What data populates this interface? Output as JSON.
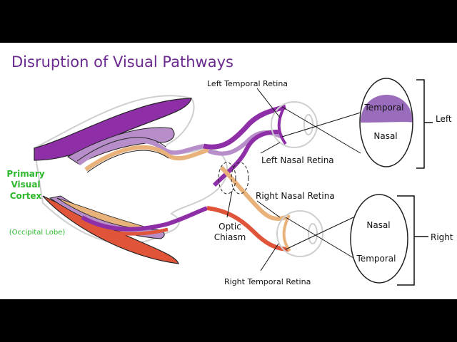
{
  "title": "Disruption of Visual Pathways",
  "labels": {
    "left_temporal_retina": "Left Temporal Retina",
    "left_nasal_retina": "Left Nasal Retina",
    "right_nasal_retina": "Right Nasal Retina",
    "right_temporal_retina": "Right Temporal Retina",
    "optic_line1": "Optic",
    "optic_line2": "Chiasm",
    "cortex_line1": "Primary",
    "cortex_line2": "Visual",
    "cortex_line3": "Cortex",
    "occipital": "(Occipital Lobe)"
  },
  "left_field": {
    "top": "Temporal",
    "bottom": "Nasal",
    "side": "Left"
  },
  "right_field": {
    "top": "Nasal",
    "bottom": "Temporal",
    "side": "Right"
  },
  "colors": {
    "purple_dark": "#8e2fa8",
    "purple_light": "#b78ec9",
    "orange": "#e8b27a",
    "red": "#e0553a",
    "title": "#6b2a8f",
    "green": "#2db82d"
  }
}
